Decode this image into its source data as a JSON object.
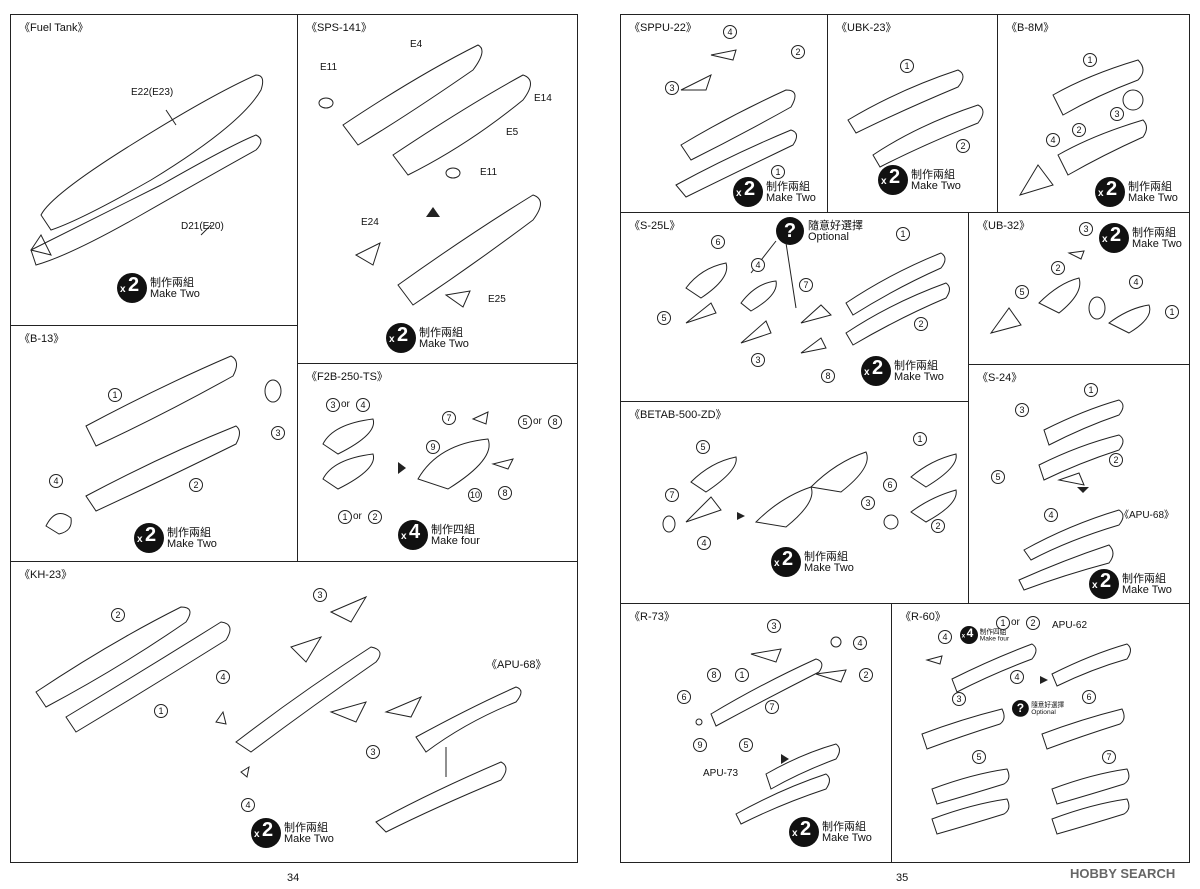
{
  "left_page": {
    "page_number": "34",
    "panels": {
      "fuel_tank": {
        "title": "《Fuel Tank》",
        "parts": [
          "E22(E23)",
          "D21(E20)"
        ],
        "make": {
          "mult": "x",
          "count": "2",
          "zh": "制作兩組",
          "en": "Make Two"
        }
      },
      "sps141": {
        "title": "《SPS-141》",
        "parts": [
          "E4",
          "E11",
          "E14",
          "E5",
          "E11",
          "E24",
          "E25"
        ],
        "make": {
          "mult": "x",
          "count": "2",
          "zh": "制作兩組",
          "en": "Make Two"
        }
      },
      "b13": {
        "title": "《B-13》",
        "parts": [
          "1",
          "3",
          "2",
          "4"
        ],
        "make": {
          "mult": "x",
          "count": "2",
          "zh": "制作兩組",
          "en": "Make Two"
        }
      },
      "f2b": {
        "title": "《F2B-250-TS》",
        "parts": [
          "3",
          "or",
          "4",
          "1",
          "or",
          "2",
          "7",
          "5",
          "or",
          "8",
          "9",
          "10",
          "8"
        ],
        "make": {
          "mult": "x",
          "count": "4",
          "zh": "制作四組",
          "en": "Make four"
        }
      },
      "kh23": {
        "title": "《KH-23》",
        "parts": [
          "2",
          "1",
          "3",
          "4",
          "3",
          "4"
        ],
        "apu": "《APU-68》",
        "make": {
          "mult": "x",
          "count": "2",
          "zh": "制作兩組",
          "en": "Make Two"
        }
      }
    }
  },
  "right_page": {
    "page_number": "35",
    "panels": {
      "sppu22": {
        "title": "《SPPU-22》",
        "parts": [
          "4",
          "2",
          "3",
          "1"
        ],
        "make": {
          "mult": "x",
          "count": "2",
          "zh": "制作兩組",
          "en": "Make Two"
        }
      },
      "ubk23": {
        "title": "《UBK-23》",
        "parts": [
          "1",
          "2"
        ],
        "make": {
          "mult": "x",
          "count": "2",
          "zh": "制作兩組",
          "en": "Make Two"
        }
      },
      "b8m": {
        "title": "《B-8M》",
        "parts": [
          "1",
          "3",
          "2",
          "4"
        ],
        "make": {
          "mult": "x",
          "count": "2",
          "zh": "制作兩組",
          "en": "Make Two"
        }
      },
      "s25l": {
        "title": "《S-25L》",
        "optional": {
          "icon": "?",
          "zh": "隨意好選擇",
          "en": "Optional"
        },
        "parts": [
          "6",
          "4",
          "5",
          "3",
          "7",
          "8",
          "1",
          "2"
        ],
        "make": {
          "mult": "x",
          "count": "2",
          "zh": "制作兩組",
          "en": "Make Two"
        }
      },
      "ub32": {
        "title": "《UB-32》",
        "parts": [
          "3",
          "2",
          "5",
          "4",
          "1"
        ],
        "make": {
          "mult": "x",
          "count": "2",
          "zh": "制作兩組",
          "en": "Make Two"
        }
      },
      "betab": {
        "title": "《BETAB-500-ZD》",
        "parts": [
          "5",
          "7",
          "4",
          "1",
          "3",
          "6",
          "2"
        ],
        "make": {
          "mult": "x",
          "count": "2",
          "zh": "制作兩組",
          "en": "Make Two"
        }
      },
      "s24": {
        "title": "《S-24》",
        "parts": [
          "1",
          "3",
          "2",
          "5",
          "4"
        ],
        "apu": "《APU-68》",
        "make": {
          "mult": "x",
          "count": "2",
          "zh": "制作兩組",
          "en": "Make Two"
        }
      },
      "r73": {
        "title": "《R-73》",
        "parts": [
          "3",
          "4",
          "8",
          "1",
          "2",
          "6",
          "7",
          "5",
          "9"
        ],
        "apu": "APU-73",
        "make": {
          "mult": "x",
          "count": "2",
          "zh": "制作兩組",
          "en": "Make Two"
        }
      },
      "r60": {
        "title": "《R-60》",
        "parts": [
          "4",
          "1",
          "or",
          "2",
          "4",
          "3",
          "6",
          "5",
          "7"
        ],
        "apu": "APU-62",
        "small_make": {
          "mult": "x",
          "count": "4",
          "zh": "制作四組",
          "en": "Make four"
        },
        "optional": {
          "icon": "?",
          "zh": "隨意好選擇",
          "en": "Optional"
        }
      }
    }
  },
  "watermark": "HOBBY SEARCH"
}
